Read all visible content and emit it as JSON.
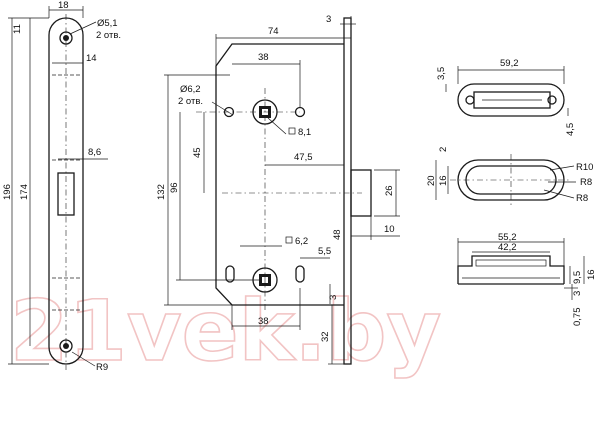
{
  "watermark": "21vek.by",
  "colors": {
    "line": "#1a1a1a",
    "watermark": "#f2c4c4",
    "background": "#ffffff"
  },
  "faceplate_view": {
    "width_label": "18",
    "hole_diameter": "Ø5,1",
    "hole_count": "2 отв.",
    "offset_top": "11",
    "offset_14": "14",
    "slot_width": "8,6",
    "height_total": "196",
    "height_inner": "174",
    "radius": "R9"
  },
  "body_view": {
    "plate_thickness": "3",
    "overall_width": "74",
    "top_spacing": "38",
    "hole_diameter": "Ø6,2",
    "hole_count": "2 отв.",
    "square_upper": "8,1",
    "vertical_45": "45",
    "backset": "47,5",
    "latch_projection": "26",
    "height_132": "132",
    "height_96": "96",
    "square_lower": "6,2",
    "vertical_48": "48",
    "latch_depth": "10",
    "offset_5_5": "5,5",
    "offset_3": "3",
    "bottom_spacing": "38",
    "bottom_32": "32"
  },
  "strike_top_view": {
    "width": "59,2",
    "height": "3,5",
    "depth": "4,5"
  },
  "strike_front_view": {
    "dim_2": "2",
    "height_20": "20",
    "height_16": "16",
    "radius_r10": "R10",
    "radius_r8_a": "R8",
    "radius_r8_b": "R8"
  },
  "strike_section_view": {
    "width_outer": "55,2",
    "width_inner": "42,2",
    "depth_9_5": "9,5",
    "height_16": "16",
    "depth_3": "3",
    "thickness": "0,75"
  }
}
